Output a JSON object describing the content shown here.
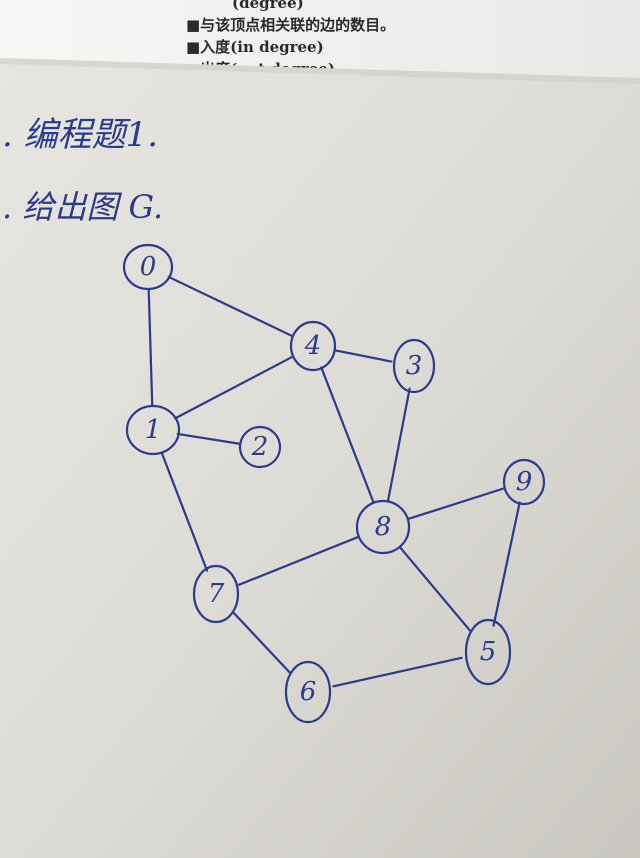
{
  "printed_sheet": {
    "lines": [
      "■与该顶点相关联的边的数目。",
      "■入度(in degree)",
      "■出度(out degree)"
    ],
    "partial_top_text": "(degree)"
  },
  "handwriting": {
    "line1": ". 编程题1.",
    "line2": ". 给出图 G."
  },
  "graph": {
    "nodes": [
      {
        "id": "n0",
        "label": "0"
      },
      {
        "id": "n4",
        "label": "4"
      },
      {
        "id": "n3",
        "label": "3"
      },
      {
        "id": "n1",
        "label": "1"
      },
      {
        "id": "n2",
        "label": "2"
      },
      {
        "id": "n8",
        "label": "8"
      },
      {
        "id": "n9",
        "label": "9"
      },
      {
        "id": "n7",
        "label": "7"
      },
      {
        "id": "n5",
        "label": "5"
      },
      {
        "id": "n6",
        "label": "6"
      }
    ],
    "edges": [
      [
        "0",
        "4"
      ],
      [
        "0",
        "1"
      ],
      [
        "1",
        "4"
      ],
      [
        "1",
        "2"
      ],
      [
        "4",
        "3"
      ],
      [
        "4",
        "8"
      ],
      [
        "3",
        "8"
      ],
      [
        "8",
        "9"
      ],
      [
        "8",
        "7"
      ],
      [
        "8",
        "5"
      ],
      [
        "1",
        "7"
      ],
      [
        "7",
        "6"
      ],
      [
        "6",
        "5"
      ],
      [
        "5",
        "9"
      ]
    ]
  },
  "colors": {
    "ink": "#2c3a8a",
    "paper": "#e9e7e1",
    "printed_paper": "#f4f4f2"
  }
}
